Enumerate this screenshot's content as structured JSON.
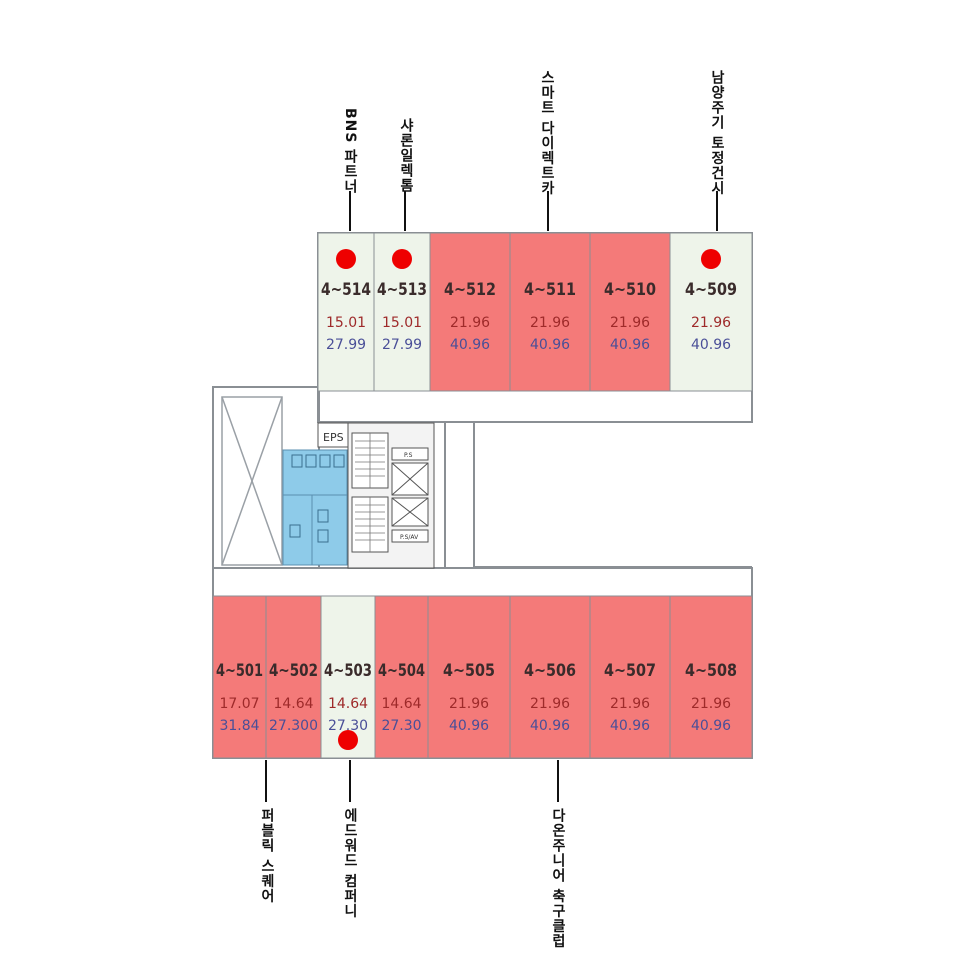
{
  "colors": {
    "occupied": "#f47a79",
    "vacant": "#eef4ea",
    "highlight_dot": "#ee0000",
    "restroom": "#8ecbe9",
    "wall": "#8a8f94",
    "area_primary": "#9e2a2a",
    "area_secondary": "#4a4f98"
  },
  "core_labels": {
    "eps": "EPS",
    "ps_top": "P.S",
    "ps_bottom": "P.S/AV"
  },
  "units_top": [
    {
      "id": "4~514",
      "area1": "15.01",
      "area2": "27.99",
      "status": "vacant",
      "marked": true
    },
    {
      "id": "4~513",
      "area1": "15.01",
      "area2": "27.99",
      "status": "vacant",
      "marked": true
    },
    {
      "id": "4~512",
      "area1": "21.96",
      "area2": "40.96",
      "status": "occupied",
      "marked": false
    },
    {
      "id": "4~511",
      "area1": "21.96",
      "area2": "40.96",
      "status": "occupied",
      "marked": false
    },
    {
      "id": "4~510",
      "area1": "21.96",
      "area2": "40.96",
      "status": "occupied",
      "marked": false
    },
    {
      "id": "4~509",
      "area1": "21.96",
      "area2": "40.96",
      "status": "vacant",
      "marked": true
    }
  ],
  "units_bottom": [
    {
      "id": "4~501",
      "area1": "17.07",
      "area2": "31.84",
      "status": "occupied",
      "marked": false
    },
    {
      "id": "4~502",
      "area1": "14.64",
      "area2": "27.300",
      "status": "occupied",
      "marked": false
    },
    {
      "id": "4~503",
      "area1": "14.64",
      "area2": "27.30",
      "status": "vacant",
      "marked": true
    },
    {
      "id": "4~504",
      "area1": "14.64",
      "area2": "27.30",
      "status": "occupied",
      "marked": false
    },
    {
      "id": "4~505",
      "area1": "21.96",
      "area2": "40.96",
      "status": "occupied",
      "marked": false
    },
    {
      "id": "4~506",
      "area1": "21.96",
      "area2": "40.96",
      "status": "occupied",
      "marked": false
    },
    {
      "id": "4~507",
      "area1": "21.96",
      "area2": "40.96",
      "status": "occupied",
      "marked": false
    },
    {
      "id": "4~508",
      "area1": "21.96",
      "area2": "40.96",
      "status": "occupied",
      "marked": false
    }
  ],
  "tenants_top": [
    {
      "name": "BNS 파트너",
      "unit": "4~514"
    },
    {
      "name": "샤론일렉톰",
      "unit": "4~513"
    },
    {
      "name": "스마트 다이렉트카",
      "unit": "4~511"
    },
    {
      "name": "남양주기 토정건시",
      "unit": "4~509"
    }
  ],
  "tenants_bottom": [
    {
      "name": "퍼블릭 스퀘어",
      "unit": "4~502"
    },
    {
      "name": "에드워드 컴퍼니",
      "unit": "4~503"
    },
    {
      "name": "다온주니어 축구클럽",
      "unit": "4~506"
    }
  ]
}
